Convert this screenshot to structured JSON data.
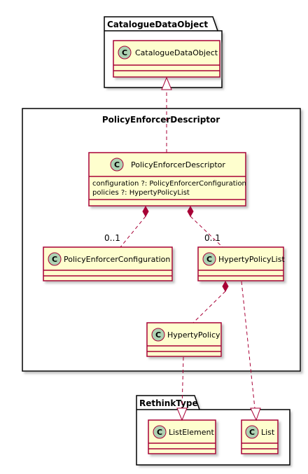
{
  "packages": {
    "catalogue": {
      "title": "CatalogueDataObject"
    },
    "policy": {
      "title": "PolicyEnforcerDescriptor"
    },
    "rethink": {
      "title": "RethinkType"
    }
  },
  "classes": {
    "catalogue_data_object": {
      "stereotype": "C",
      "name": "CatalogueDataObject"
    },
    "policy_enforcer_descriptor": {
      "stereotype": "C",
      "name": "PolicyEnforcerDescriptor",
      "attributes": [
        "configuration ?: PolicyEnforcerConfiguration",
        "policies ?: HypertyPolicyList"
      ]
    },
    "policy_enforcer_configuration": {
      "stereotype": "C",
      "name": "PolicyEnforcerConfiguration"
    },
    "hyperty_policy_list": {
      "stereotype": "C",
      "name": "HypertyPolicyList"
    },
    "hyperty_policy": {
      "stereotype": "C",
      "name": "HypertyPolicy"
    },
    "list_element": {
      "stereotype": "C",
      "name": "ListElement"
    },
    "list": {
      "stereotype": "C",
      "name": "List"
    }
  },
  "relations": {
    "config_multiplicity": "0..1",
    "policies_multiplicity": "0..1"
  },
  "colors": {
    "class_fill": "#FEFECE",
    "class_border": "#A80036",
    "circle_fill": "#ADD1B2",
    "package_border": "#000000",
    "shadow": "#C8C8C8"
  }
}
